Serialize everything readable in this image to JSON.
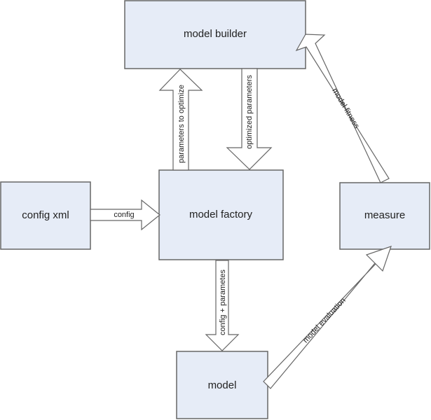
{
  "colors": {
    "box_fill": "#e6ecf7",
    "box_stroke": "#666666",
    "arrow_fill": "#ffffff",
    "arrow_stroke": "#666666",
    "text": "#222222"
  },
  "nodes": {
    "model_builder": {
      "label": "model builder"
    },
    "config_xml": {
      "label": "config xml"
    },
    "model_factory": {
      "label": "model factory"
    },
    "measure": {
      "label": "measure"
    },
    "model": {
      "label": "model"
    }
  },
  "edges": {
    "config": {
      "label": "config",
      "from": "config xml",
      "to": "model factory"
    },
    "parameters_to_optimize": {
      "label": "parameters to optimize",
      "from": "model factory",
      "to": "model builder"
    },
    "optimized_parameters": {
      "label": "optimized parameters",
      "from": "model builder",
      "to": "model factory"
    },
    "config_parameters": {
      "label": "config + parametes",
      "from": "model factory",
      "to": "model"
    },
    "model_evaluation": {
      "label": "model evaluation",
      "from": "model",
      "to": "measure"
    },
    "model_fitness": {
      "label": "model fitness",
      "from": "measure",
      "to": "model builder"
    }
  }
}
